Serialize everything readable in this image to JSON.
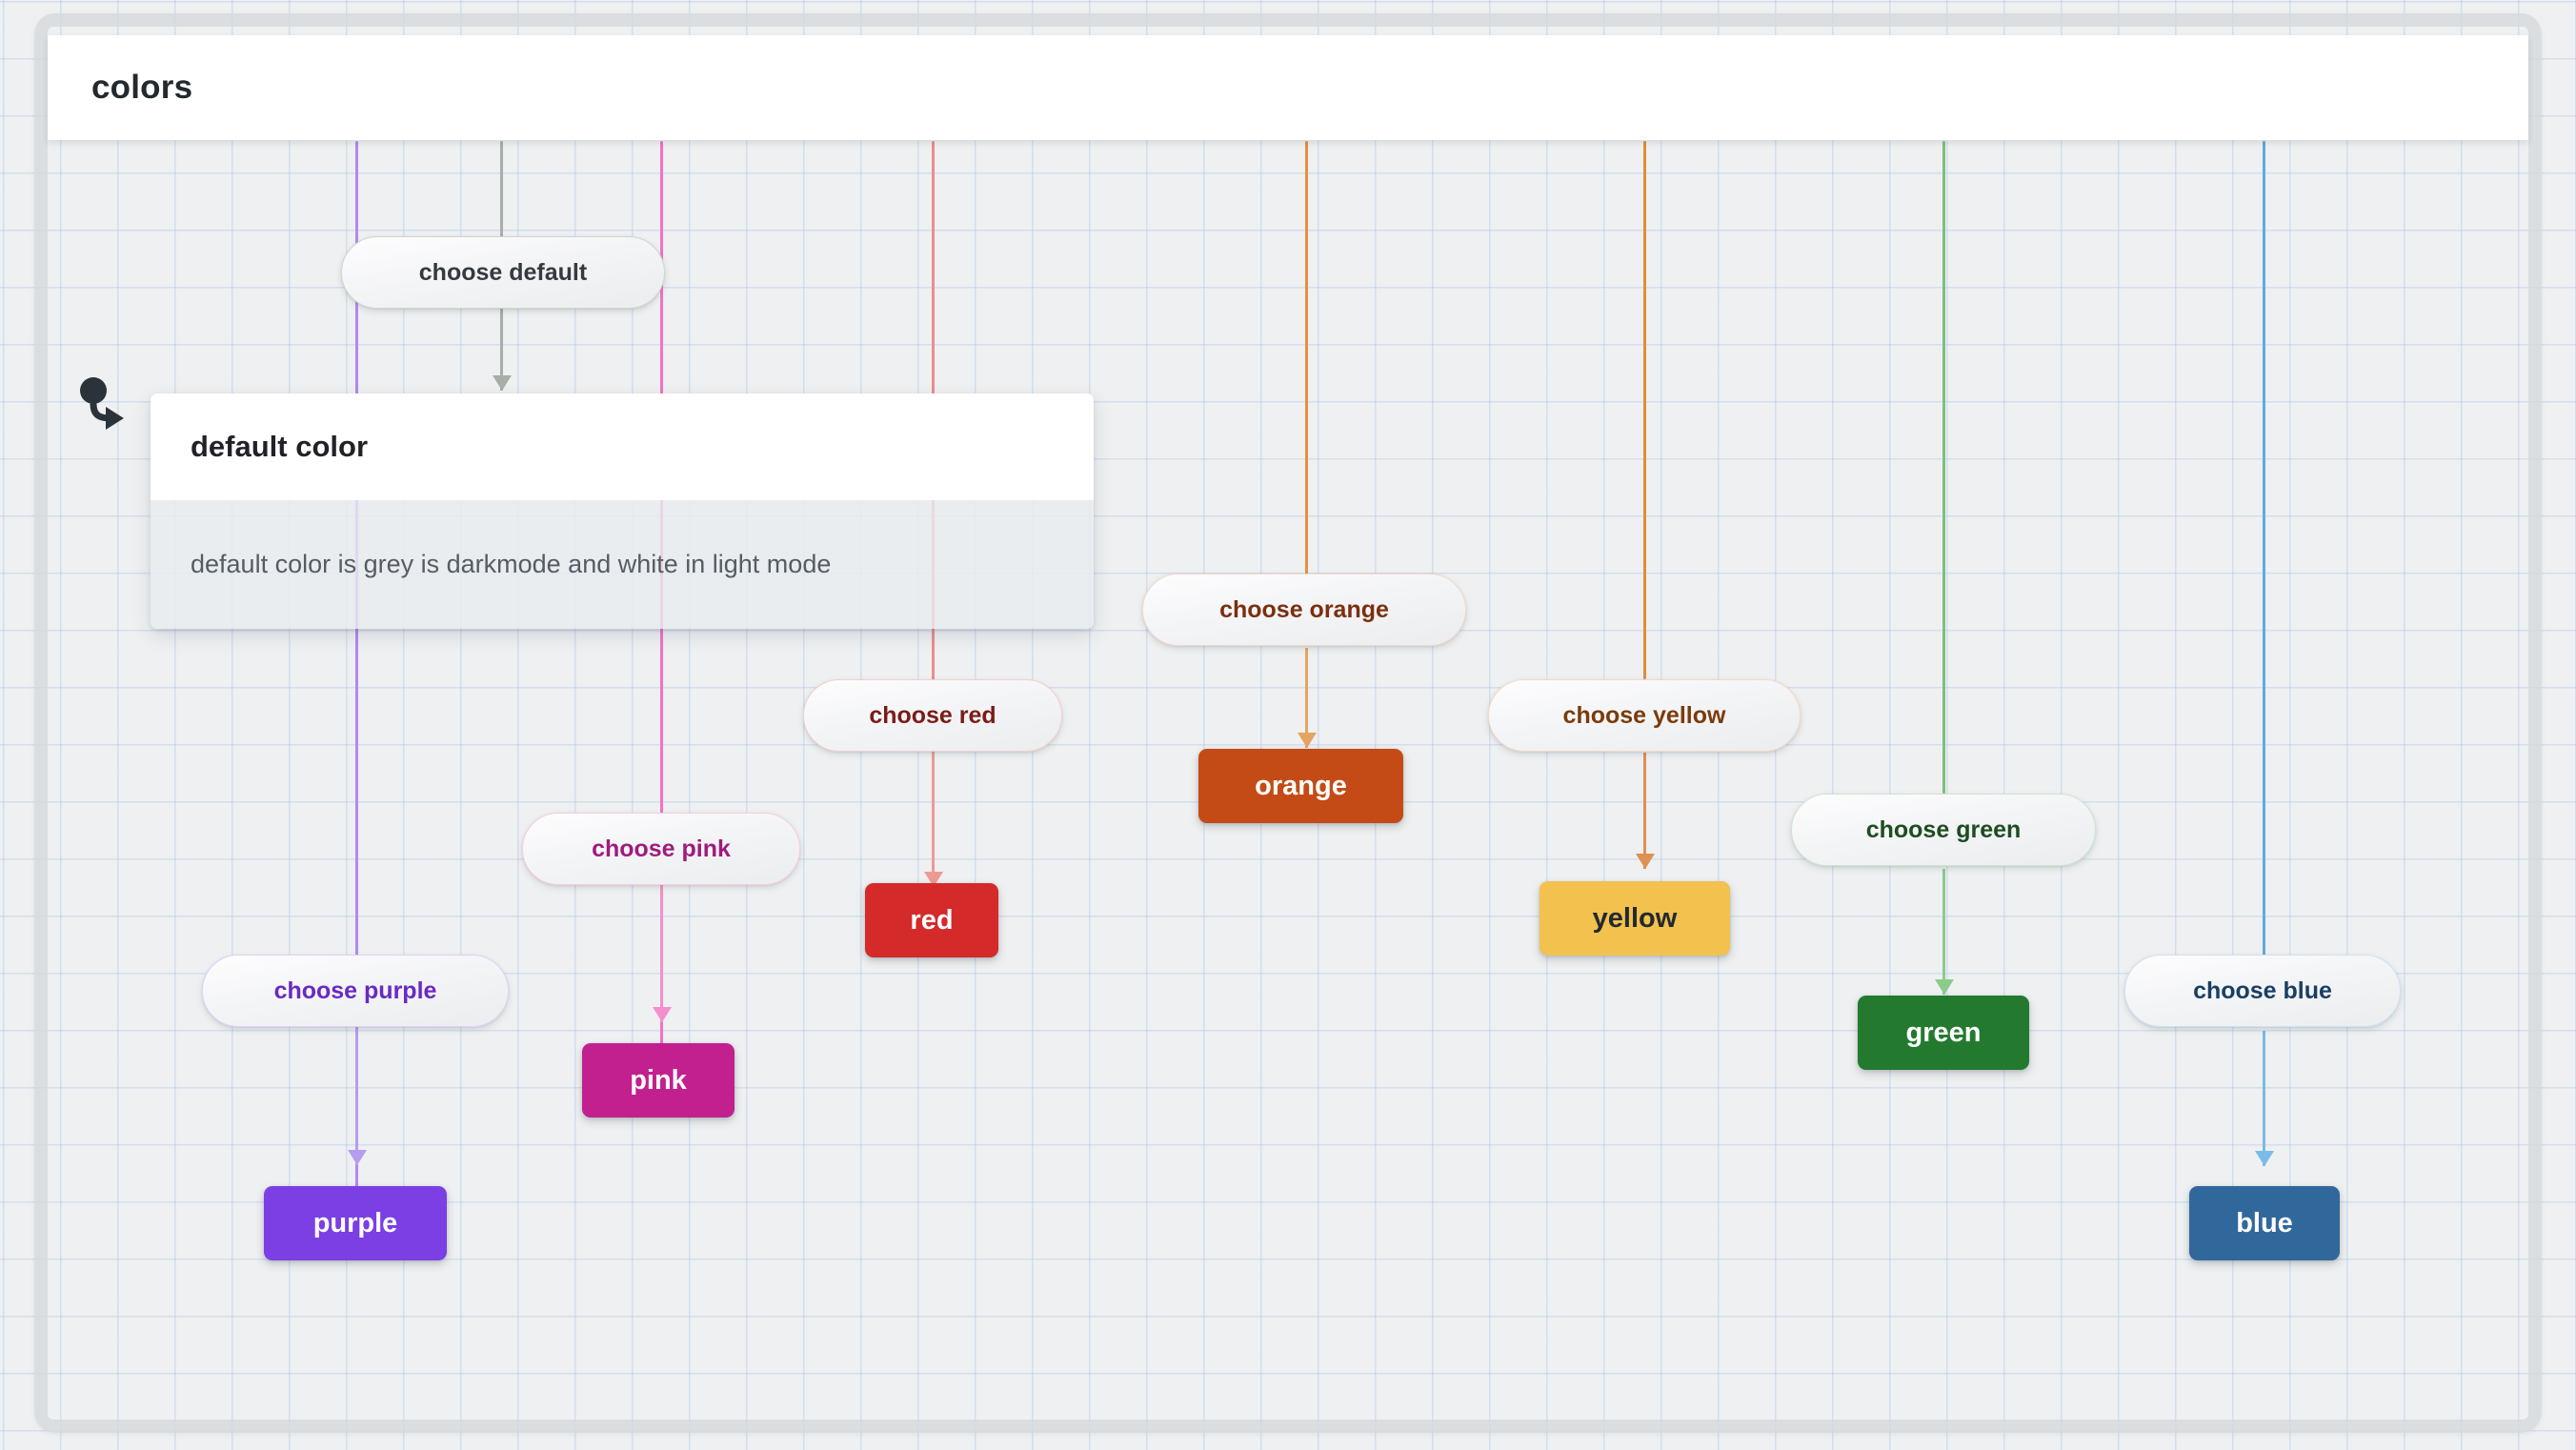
{
  "header": {
    "title": "colors"
  },
  "note_popup": {
    "title": "default color",
    "text": "default color is grey is darkmode and white in light mode"
  },
  "cursor": {
    "icon": "pointer-with-dot-cursor"
  },
  "flow": {
    "columns": [
      {
        "key": "purple",
        "lifeline_color": "#b388f0",
        "pill_label": "choose purple",
        "pill_text_color": "#6929c4",
        "pill_border_color": "#ded1f7",
        "arrow_color": "#b79cf0",
        "box_label": "purple",
        "box_bg": "#7b3fe4",
        "box_text_color": "#ffffff"
      },
      {
        "key": "default",
        "lifeline_color": "#a6b0a6",
        "pill_label": "choose default",
        "pill_text_color": "#343a40",
        "pill_border_color": "#cfd6cf",
        "arrow_color": "#a6b0a6",
        "box_label": "",
        "box_bg": "",
        "box_text_color": ""
      },
      {
        "key": "pink",
        "lifeline_color": "#f472c4",
        "pill_label": "choose pink",
        "pill_text_color": "#a01b7e",
        "pill_border_color": "#f7cbe6",
        "arrow_color": "#f48fcd",
        "box_label": "pink",
        "box_bg": "#c2208e",
        "box_text_color": "#ffffff"
      },
      {
        "key": "red",
        "lifeline_color": "#ea8f8a",
        "pill_label": "choose red",
        "pill_text_color": "#7a1c18",
        "pill_border_color": "#f2cfcb",
        "arrow_color": "#ec9b94",
        "box_label": "red",
        "box_bg": "#d42a2a",
        "box_text_color": "#ffffff"
      },
      {
        "key": "orange",
        "lifeline_color": "#e59040",
        "pill_label": "choose orange",
        "pill_text_color": "#7a3010",
        "pill_border_color": "#f3d9c6",
        "arrow_color": "#e6a461",
        "box_label": "orange",
        "box_bg": "#c44b15",
        "box_text_color": "#ffffff"
      },
      {
        "key": "yellow",
        "lifeline_color": "#e08c3c",
        "pill_label": "choose yellow",
        "pill_text_color": "#7a3b0b",
        "pill_border_color": "#f2d9c4",
        "arrow_color": "#e09050",
        "box_label": "yellow",
        "box_bg": "#f2c14e",
        "box_text_color": "#24292e"
      },
      {
        "key": "green",
        "lifeline_color": "#7dc07d",
        "pill_label": "choose green",
        "pill_text_color": "#1d4d20",
        "pill_border_color": "#cfe5cf",
        "arrow_color": "#8ccb8c",
        "box_label": "green",
        "box_bg": "#237a2e",
        "box_text_color": "#ffffff"
      },
      {
        "key": "blue",
        "lifeline_color": "#62aade",
        "pill_label": "choose blue",
        "pill_text_color": "#1a3f63",
        "pill_border_color": "#cfe2f2",
        "arrow_color": "#7bbbe8",
        "box_label": "blue",
        "box_bg": "#31689c",
        "box_text_color": "#ffffff"
      }
    ]
  }
}
